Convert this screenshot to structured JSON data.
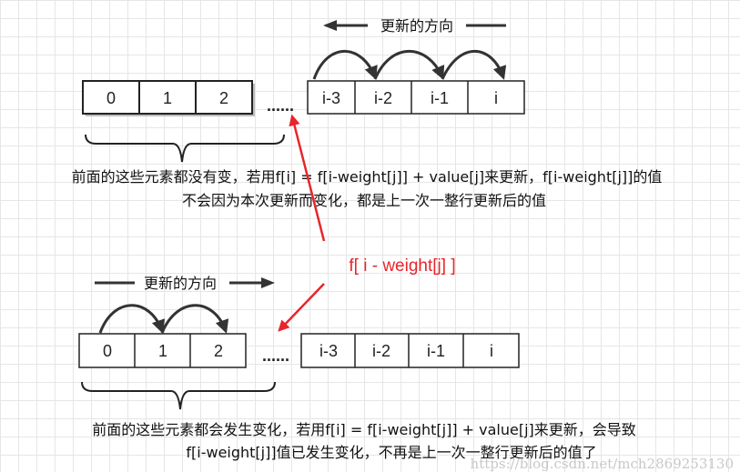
{
  "top": {
    "direction_label": "更新的方向",
    "left_cells": [
      "0",
      "1",
      "2"
    ],
    "ellipsis": "......",
    "right_cells": [
      "i-3",
      "i-2",
      "i-1",
      "i"
    ],
    "caption_line1": "前面的这些元素都没有变，若用f[i] = f[i-weight[j]] + value[j]来更新，f[i-weight[j]]的值",
    "caption_line2": "不会因为本次更新而变化，都是上一次一整行更新后的值"
  },
  "center_label": "f[ i - weight[j] ]",
  "bottom": {
    "direction_label": "更新的方向",
    "left_cells": [
      "0",
      "1",
      "2"
    ],
    "ellipsis": "......",
    "right_cells": [
      "i-3",
      "i-2",
      "i-1",
      "i"
    ],
    "caption_line1": "前面的这些元素都会发生变化，若用f[i] = f[i-weight[j]] + value[j]来更新，会导致",
    "caption_line2": "f[i-weight[j]]值已发生变化，不再是上一次一整行更新后的值了"
  },
  "watermark": "https://blog.csdn.net/mch2869253130",
  "colors": {
    "red": "#e8252a",
    "dark": "#333333",
    "cell_fill": "#ffffff",
    "shade": "#bcbcbc"
  }
}
